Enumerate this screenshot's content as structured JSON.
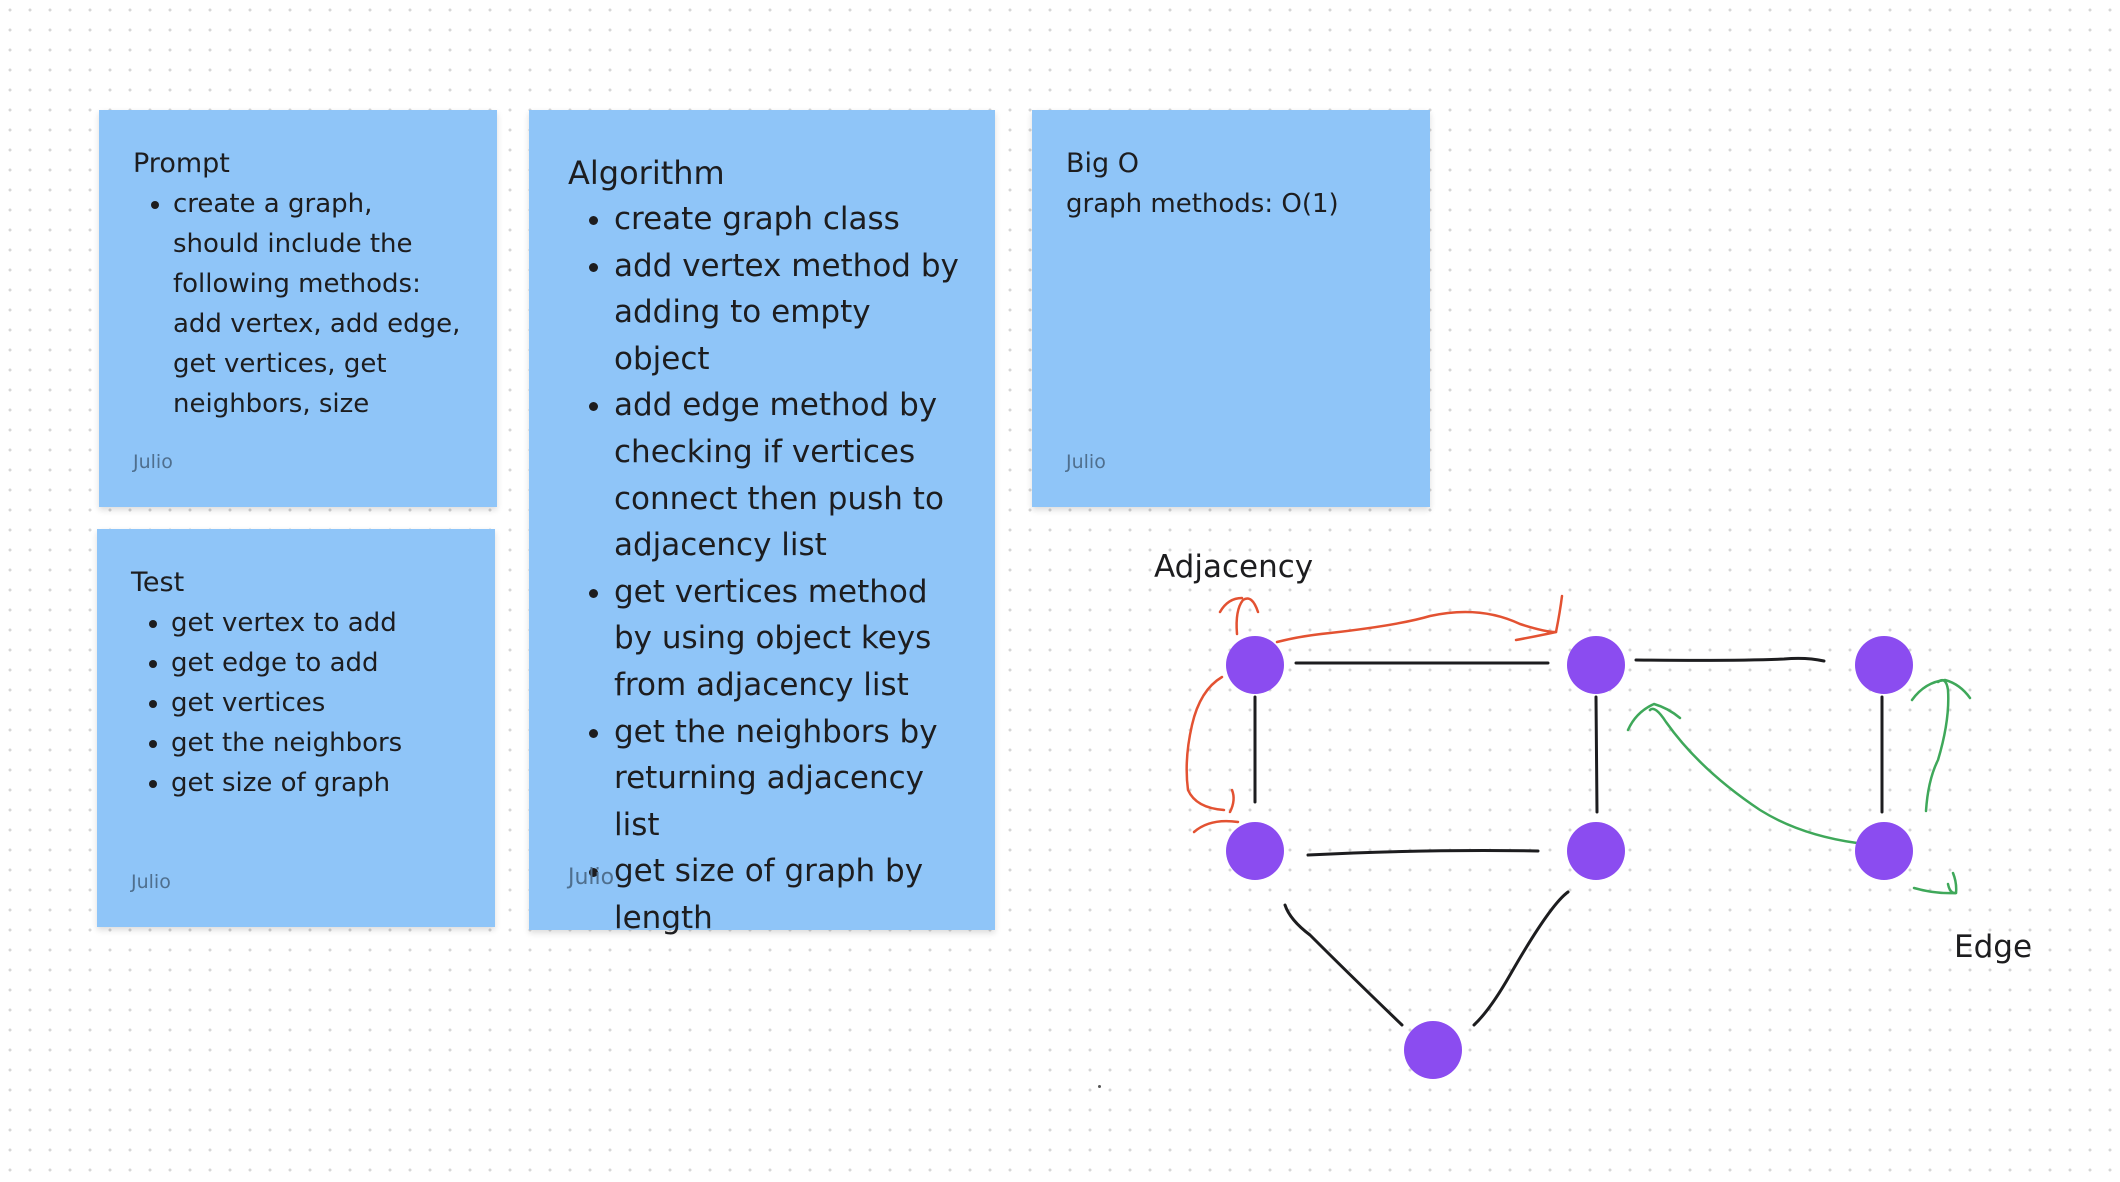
{
  "notes": {
    "prompt": {
      "title": "Prompt",
      "items": [
        "create a graph, should include the following methods: add vertex, add edge, get vertices, get neighbors, size"
      ],
      "author": "Julio"
    },
    "test": {
      "title": "Test",
      "items": [
        "get vertex to add",
        "get edge to add",
        "get vertices",
        "get the neighbors",
        "get size of graph"
      ],
      "author": "Julio"
    },
    "algorithm": {
      "title": "Algorithm",
      "items": [
        "create graph class",
        "add vertex method by adding to empty object",
        "add edge method by checking if vertices connect then push to adjacency list",
        "get vertices method by using object keys from adjacency list",
        "get the neighbors by returning adjacency list",
        "get size of graph by length"
      ],
      "author": "Julio"
    },
    "bigo": {
      "title": "Big O",
      "body": "graph methods: O(1)",
      "author": "Julio"
    }
  },
  "diagram": {
    "labels": {
      "adjacency": "Adjacency",
      "edge": "Edge"
    }
  },
  "colors": {
    "sticky": "#8fc5f8",
    "node": "#8b4cf0",
    "edge_line": "#1d1d1f",
    "adjacency_arrows": "#e35232",
    "edge_arrows": "#3fa85a"
  }
}
